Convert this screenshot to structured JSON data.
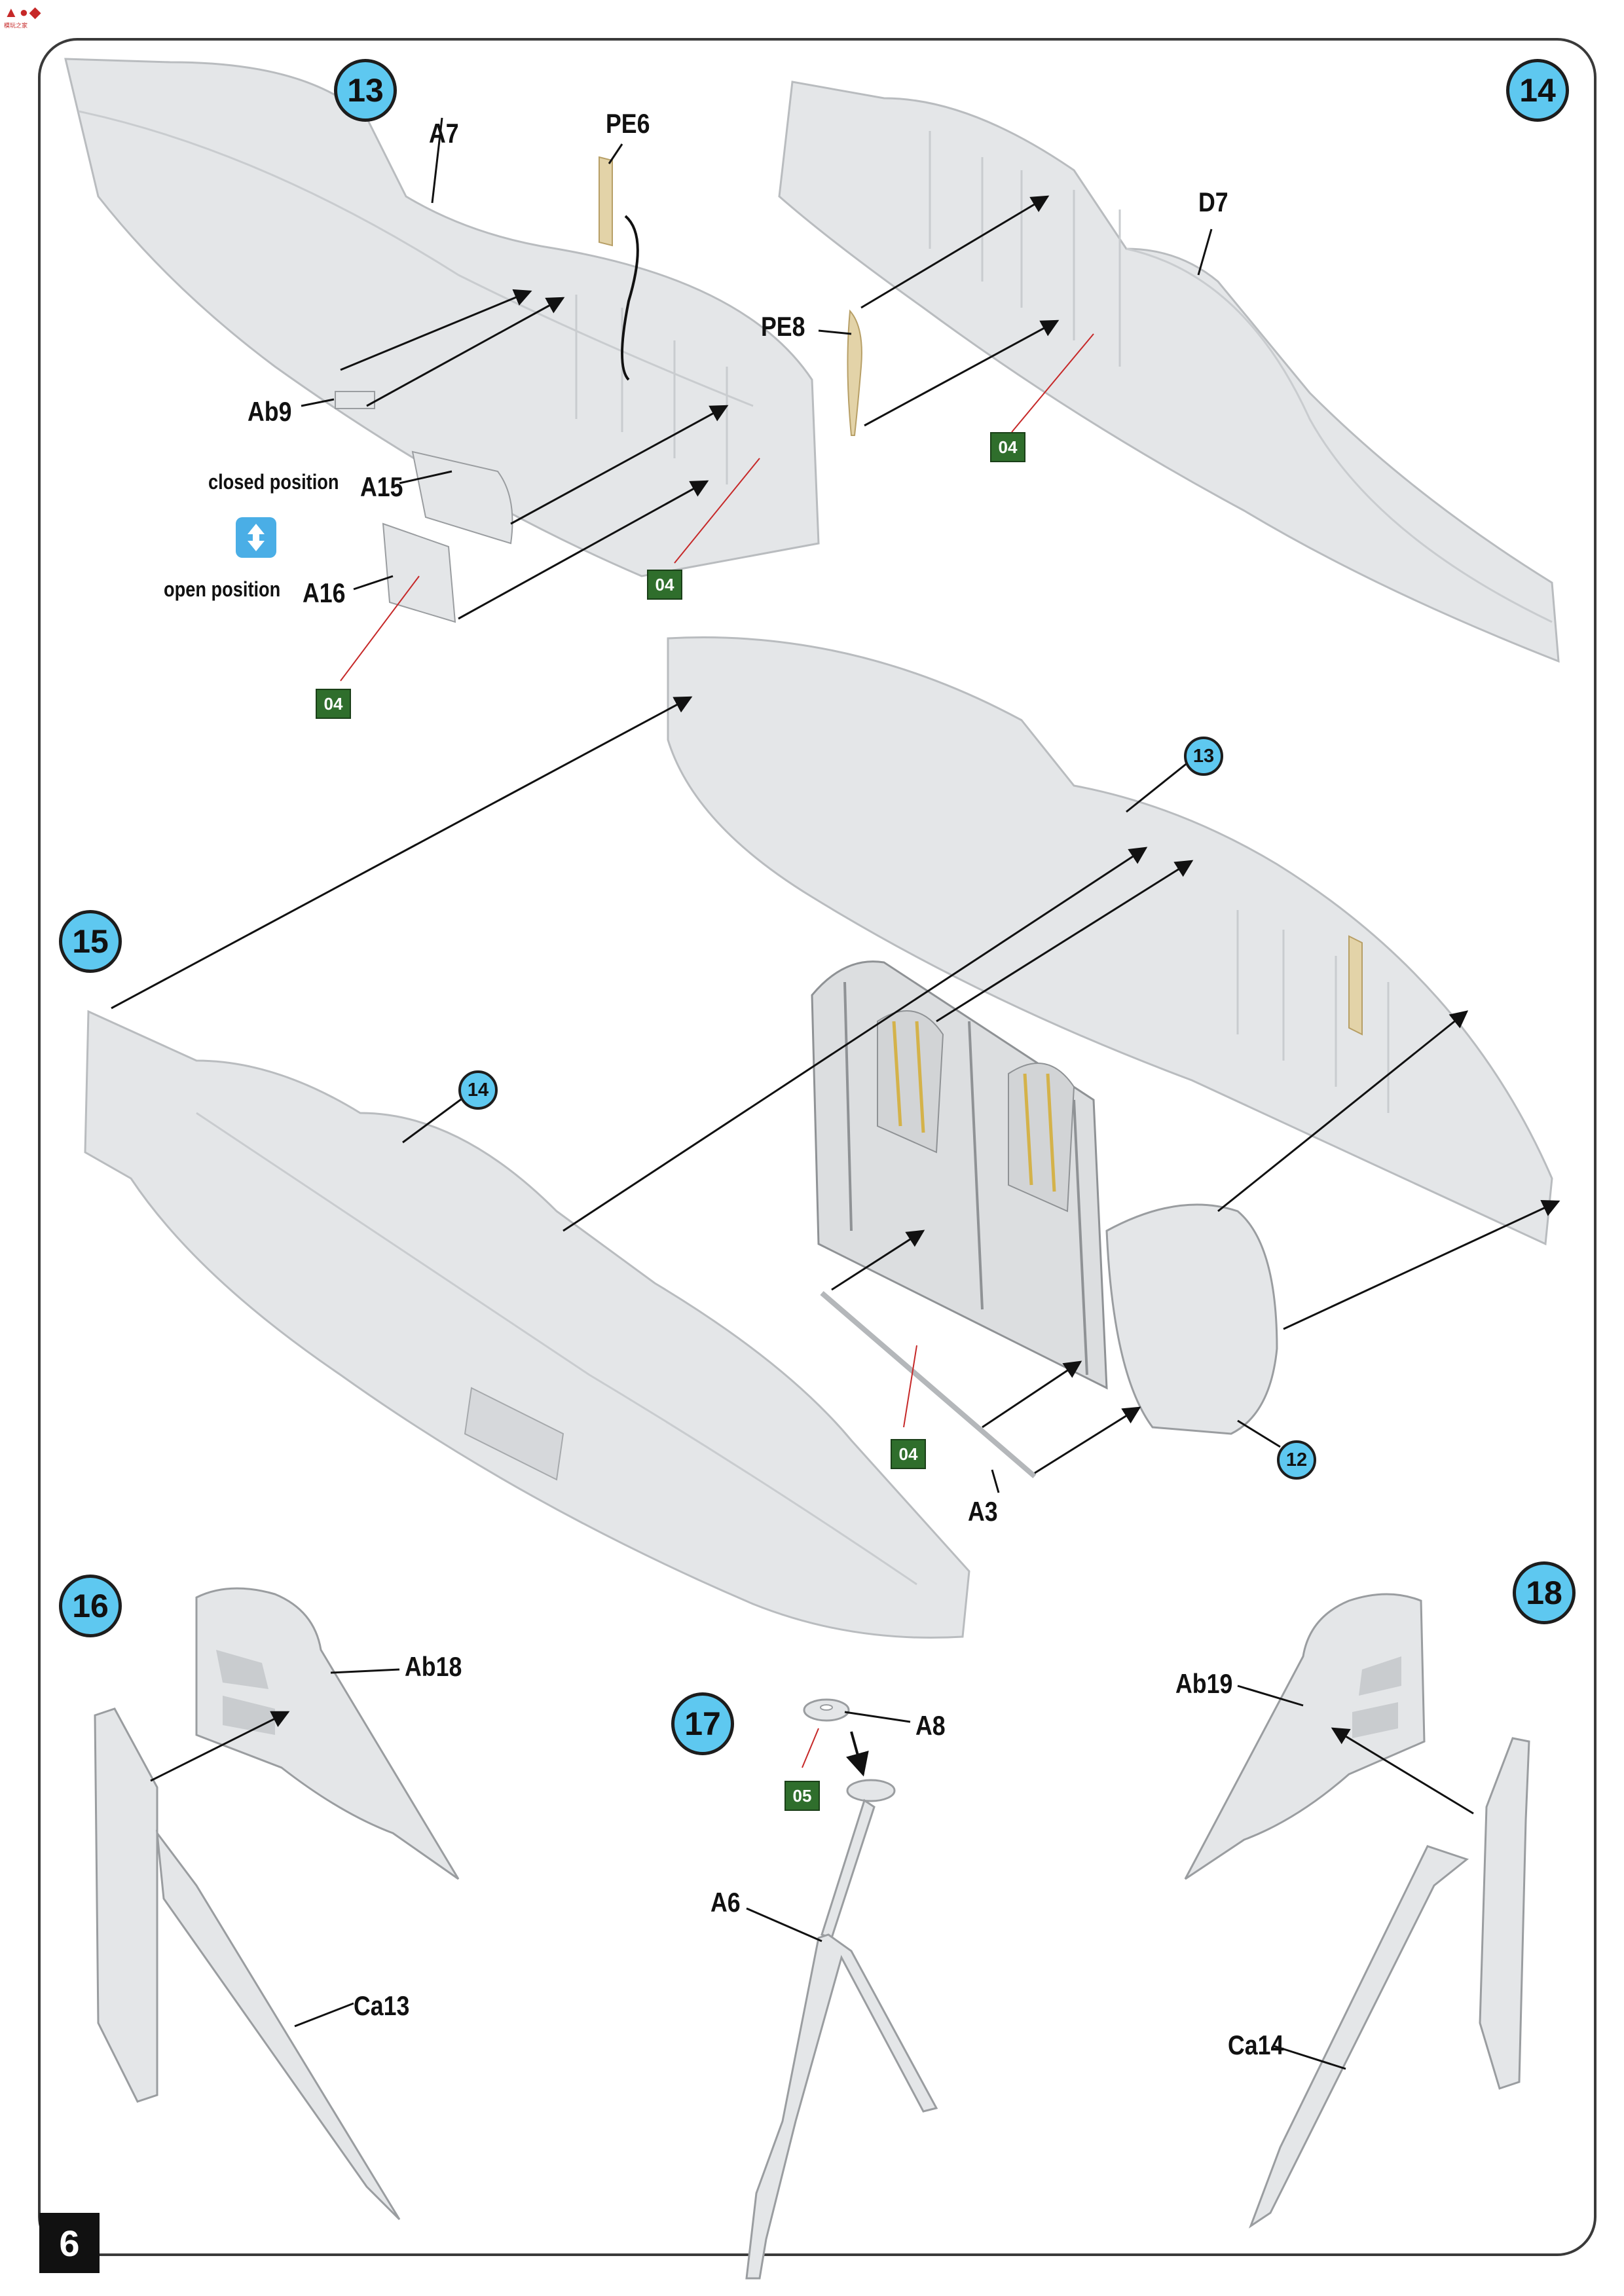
{
  "page_number": "6",
  "corner_logo": {
    "text": "模玩之家"
  },
  "steps": [
    {
      "number": "13"
    },
    {
      "number": "14"
    },
    {
      "number": "15"
    },
    {
      "number": "16"
    },
    {
      "number": "17"
    },
    {
      "number": "18"
    }
  ],
  "subassembly_refs": {
    "ref_13": "13",
    "ref_14": "14",
    "ref_12": "12"
  },
  "part_labels": {
    "a7": "A7",
    "pe6": "PE6",
    "ab9": "Ab9",
    "a15": "A15",
    "a16": "A16",
    "d7": "D7",
    "pe8": "PE8",
    "a3": "A3",
    "ab18": "Ab18",
    "ca13": "Ca13",
    "a8": "A8",
    "a6": "A6",
    "ab19": "Ab19",
    "ca14": "Ca14"
  },
  "position_notes": {
    "closed": "closed position",
    "open": "open position"
  },
  "paint_codes": {
    "s13_a": "04",
    "s13_b": "04",
    "s14": "04",
    "s15": "04",
    "s17": "05"
  },
  "colors": {
    "part_grey": "#e4e6e8",
    "part_shadow": "#c9cccf",
    "photo_etch": "#e3d3a8",
    "step_circle": "#5ec8f0",
    "paint_box": "#2f6e2c",
    "callout_red": "#c62828"
  },
  "icons": {
    "option_switch": "swap-arrows-icon"
  }
}
